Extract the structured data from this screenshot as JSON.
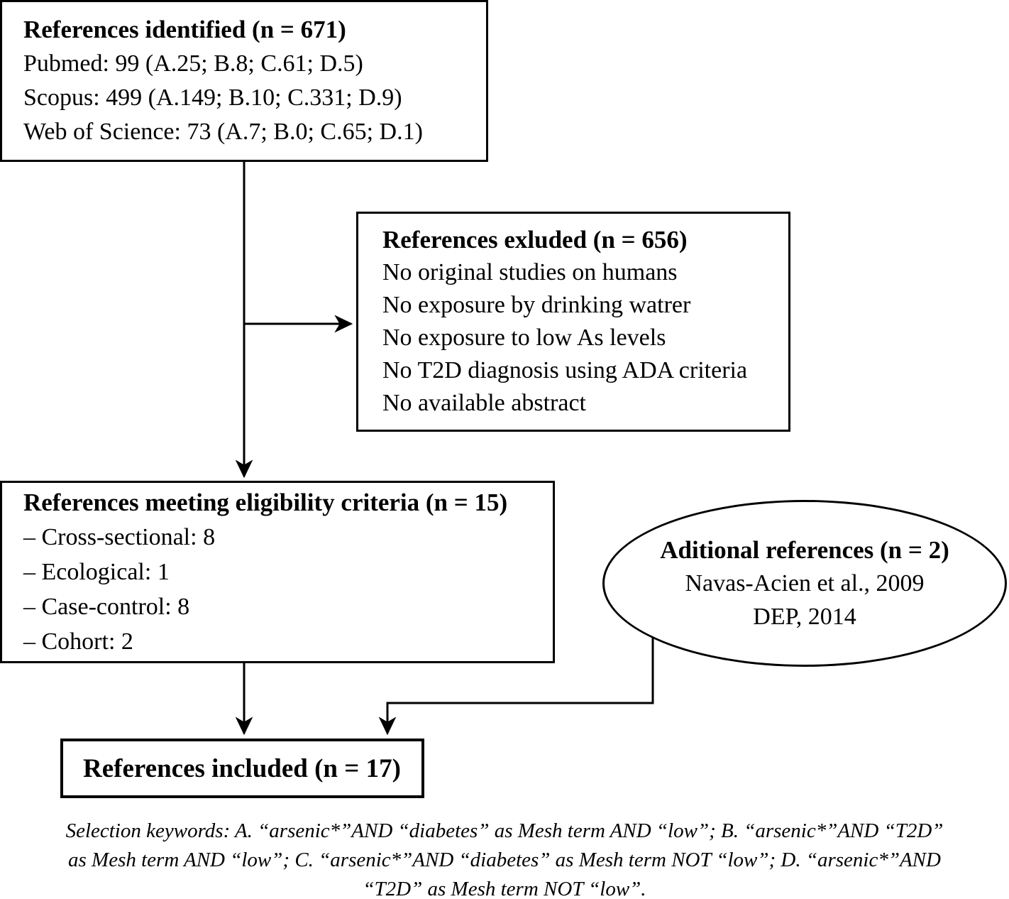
{
  "colors": {
    "ink": "#000000",
    "background": "#ffffff"
  },
  "identified": {
    "title": "References identified (n = 671)",
    "lines": [
      "Pubmed: 99 (A.25; B.8; C.61; D.5)",
      "Scopus: 499 (A.149; B.10; C.331; D.9)",
      "Web of Science: 73 (A.7; B.0; C.65; D.1)"
    ]
  },
  "excluded": {
    "title": "References exluded (n = 656)",
    "lines": [
      "No original studies on humans",
      "No exposure by drinking watrer",
      "No exposure to low As levels",
      "No T2D diagnosis using ADA criteria",
      "No available abstract"
    ]
  },
  "eligible": {
    "title": "References meeting eligibility criteria (n = 15)",
    "lines": [
      "– Cross-sectional: 8",
      "– Ecological: 1",
      "– Case-control: 8",
      "– Cohort: 2"
    ]
  },
  "additional": {
    "title": "Aditional references (n = 2)",
    "lines": [
      "Navas-Acien et al., 2009",
      "DEP, 2014"
    ]
  },
  "included": {
    "title": "References included (n = 17)"
  },
  "caption": {
    "lines": [
      "Selection keywords: A. “arsenic*”AND “diabetes” as Mesh term AND “low”; B. “arsenic*”AND “T2D”",
      "as Mesh term AND “low”; C. “arsenic*”AND “diabetes” as Mesh term NOT “low”; D. “arsenic*”AND",
      "“T2D” as Mesh term NOT “low”."
    ]
  }
}
